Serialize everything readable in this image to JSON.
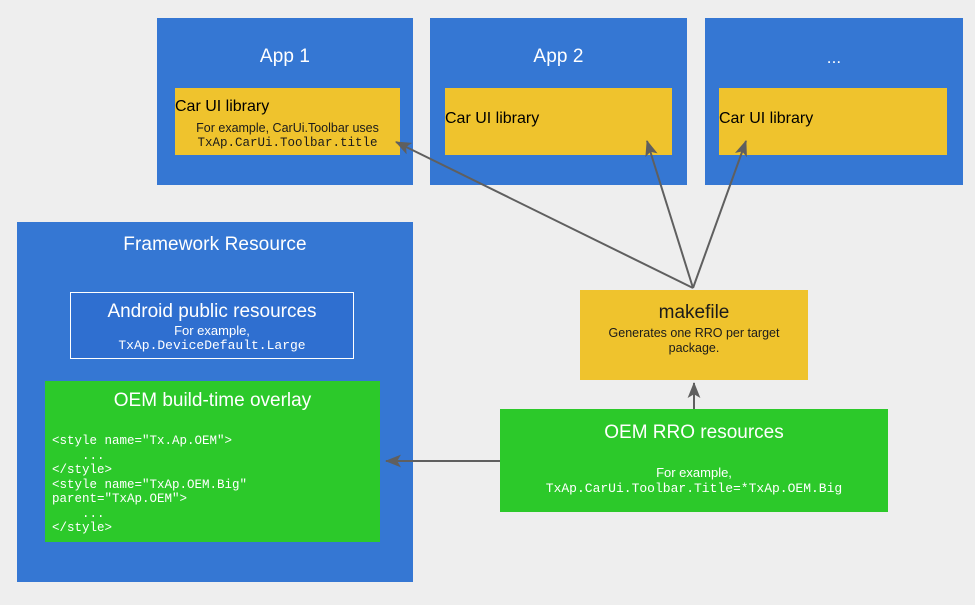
{
  "diagram": {
    "title": "Android Car UI library runtime resource overlay flow",
    "background_color": "#eeeeee",
    "colors": {
      "blue": "#3577d3",
      "yellow": "#efc32d",
      "green": "#2cc92a",
      "arrow": "#5f5f5f",
      "text_light": "#ffffff",
      "text_dark": "#1b1b1b"
    }
  },
  "apps": [
    {
      "group_label": "App 1",
      "card_title": "Car UI library",
      "card_line_1": "For example, CarUi.Toolbar uses",
      "card_line_2": "TxAp.CarUi.Toolbar.title"
    },
    {
      "group_label": "App 2",
      "card_title": "Car UI library",
      "card_line_1": "",
      "card_line_2": ""
    },
    {
      "group_label": "...",
      "card_title": "Car UI library",
      "card_line_1": "",
      "card_line_2": ""
    }
  ],
  "framework": {
    "group_label": "Framework Resource",
    "public_resources": {
      "title": "Android public resources",
      "line_1": "For example,",
      "line_2": "TxAp.DeviceDefault.Large"
    },
    "build_time_overlay": {
      "title": "OEM build-time overlay",
      "code": "<style name=\"Tx.Ap.OEM\">\n    ...\n</style>\n<style name=\"TxAp.OEM.Big\"\nparent=\"TxAp.OEM\">\n    ...\n</style>"
    }
  },
  "makefile": {
    "title": "makefile",
    "line_1": "Generates one RRO per target",
    "line_2": "package."
  },
  "rro": {
    "title": "OEM RRO resources",
    "line_1": "For example,",
    "line_2": "TxAp.CarUi.Toolbar.Title=*TxAp.OEM.Big"
  }
}
